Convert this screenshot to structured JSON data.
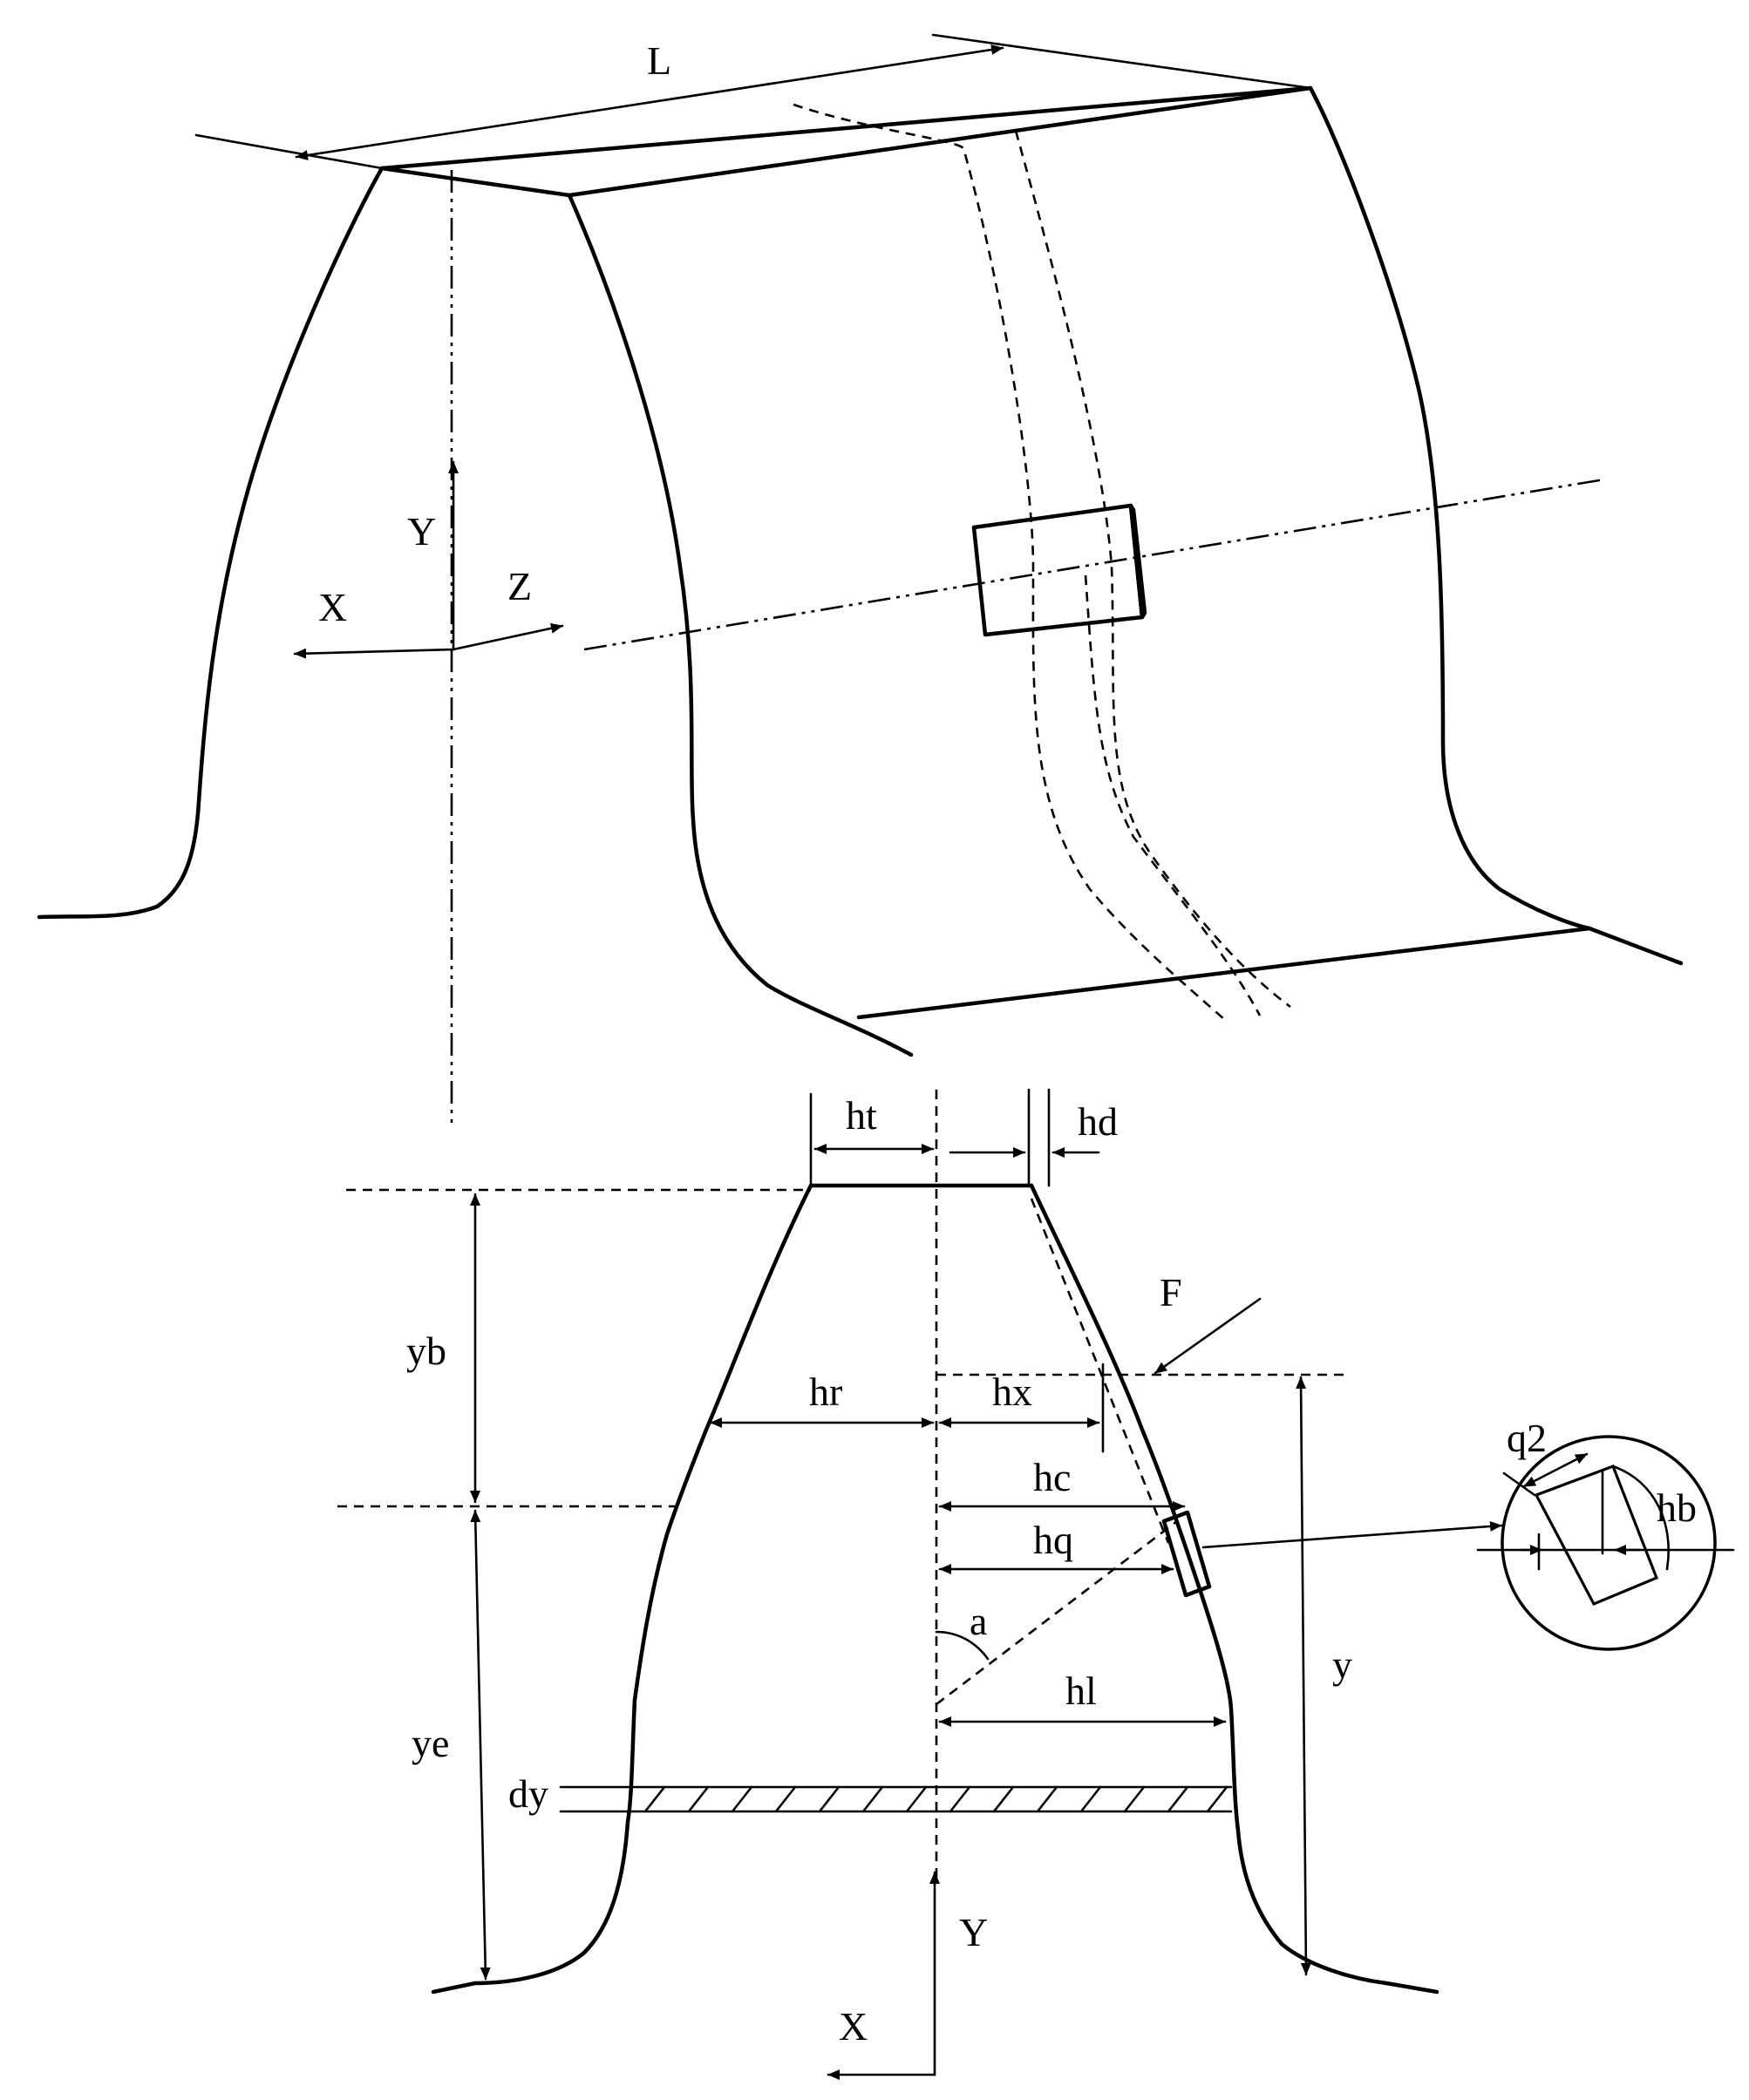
{
  "labels": {
    "L": "L",
    "Y_top": "Y",
    "X_top": "X",
    "Z_top": "Z",
    "ht": "ht",
    "hd": "hd",
    "F": "F",
    "yb": "yb",
    "hr": "hr",
    "hx": "hx",
    "hc": "hc",
    "hq": "hq",
    "a": "a",
    "hl": "hl",
    "y": "y",
    "ye": "ye",
    "dy": "dy",
    "Y_bottom": "Y",
    "X_bottom": "X",
    "q2": "q2",
    "hb": "hb"
  }
}
